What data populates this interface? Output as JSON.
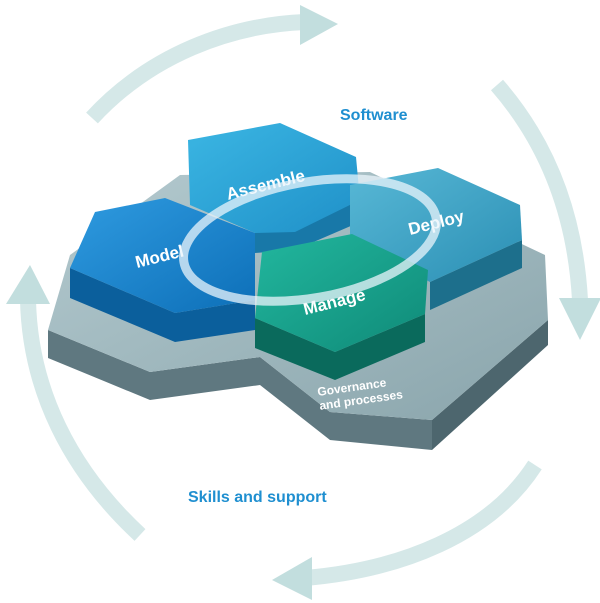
{
  "labels": {
    "software": "Software",
    "skills": "Skills and support",
    "governance_line1": "Governance",
    "governance_line2": "and processes",
    "model": "Model",
    "assemble": "Assemble",
    "deploy": "Deploy",
    "manage": "Manage"
  },
  "colors": {
    "outer_text": "#1f8fd0",
    "cycle_arrow": "#cfe3e3",
    "model": "#1a86cc",
    "assemble": "#27a3d6",
    "deploy": "#3aa0c3",
    "manage": "#16a58f",
    "base_top": "#9ab6bd",
    "base_side": "#5f7880"
  }
}
